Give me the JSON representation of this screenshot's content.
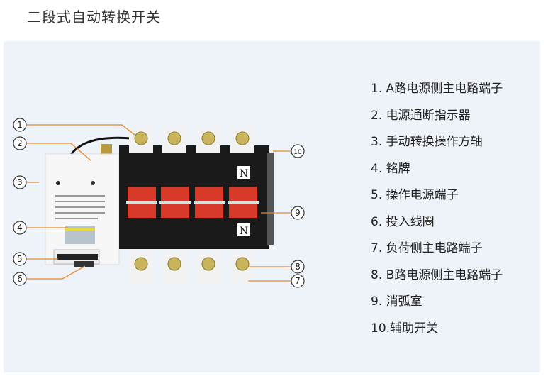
{
  "title": "二段式自动转换开关",
  "colors": {
    "panel_bg": "#eef3fa",
    "leader_line": "#e8882a",
    "arc_chute": "#d83a2a",
    "body": "#1a1a1a"
  },
  "device": {
    "neutral_labels": [
      "N",
      "N"
    ]
  },
  "callouts": [
    "①",
    "②",
    "③",
    "④",
    "⑤",
    "⑥",
    "⑦",
    "⑧",
    "⑨",
    "⑩"
  ],
  "legend": [
    "1. A路电源侧主电路端子",
    "2. 电源通断指示器",
    "3. 手动转换操作方轴",
    "4. 铭牌",
    "5. 操作电源端子",
    "6. 投入线圈",
    "7. 负荷侧主电路端子",
    "8. B路电源侧主电路端子",
    "9. 消弧室",
    "10.辅助开关"
  ]
}
